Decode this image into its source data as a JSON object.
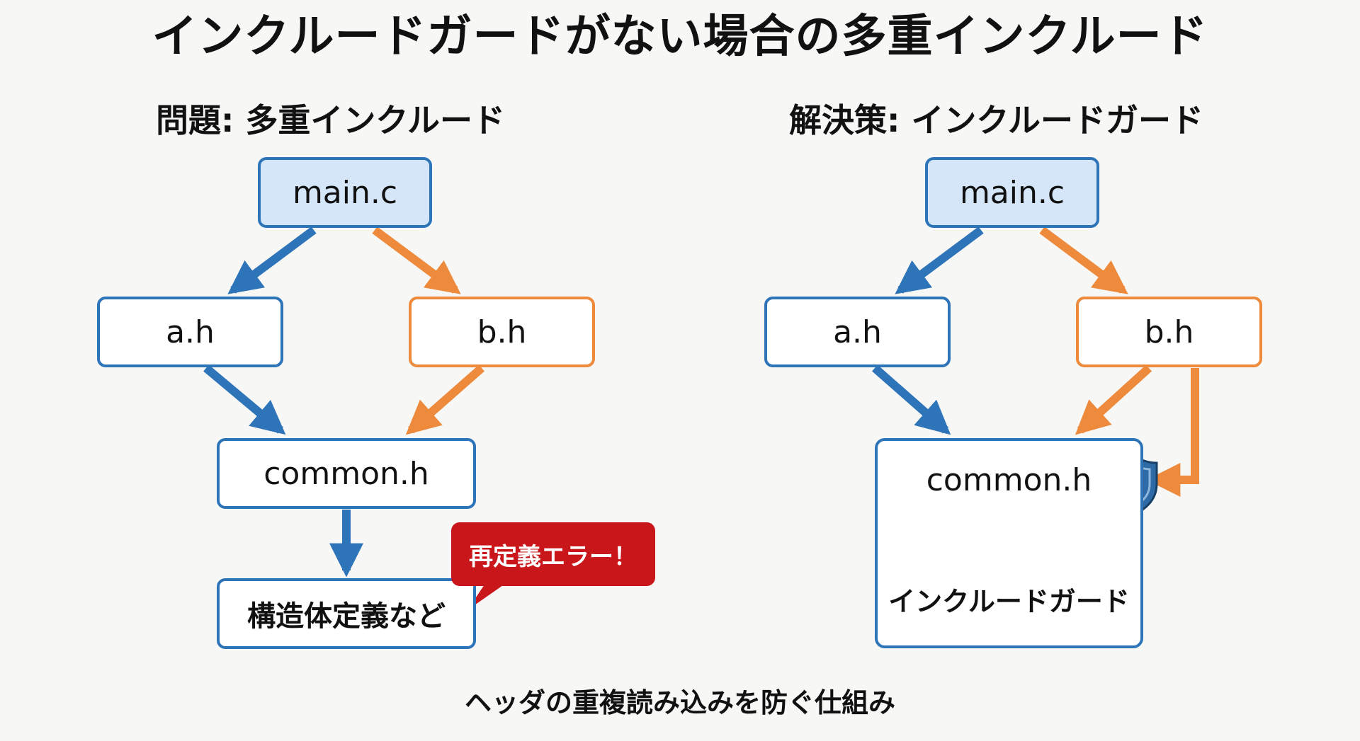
{
  "title": "インクルードガードがない場合の多重インクルード",
  "left": {
    "heading": "問題: 多重インクルード",
    "nodes": {
      "main": "main.c",
      "a": "a.h",
      "b": "b.h",
      "common": "common.h",
      "struct": "構造体定義など"
    },
    "error": "再定義エラー！"
  },
  "right": {
    "heading": "解決策: インクルードガード",
    "nodes": {
      "main": "main.c",
      "a": "a.h",
      "b": "b.h",
      "common": "common.h"
    },
    "guard_label": "インクルードガード"
  },
  "caption": "ヘッダの重複読み込みを防ぐ仕組み",
  "colors": {
    "blue": "#2e74b9",
    "orange": "#ee8a3c",
    "root_fill": "#d4e6f7",
    "error": "#c8161b",
    "shield": "#2e6aa6"
  }
}
